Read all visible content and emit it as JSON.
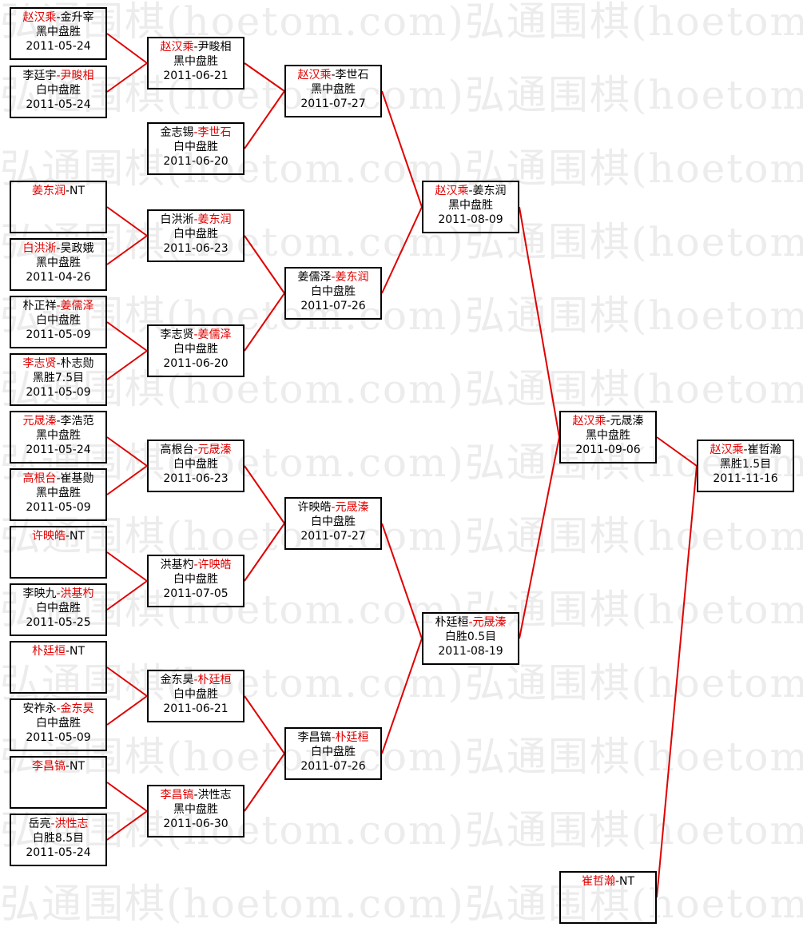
{
  "watermark": {
    "text": "弘通围棋(hoetom.com)"
  },
  "matches": [
    {
      "id": "r1_1",
      "a": "赵汉乘",
      "b": "金升宰",
      "winner": "a",
      "result": "黑中盘胜",
      "date": "2011-05-24"
    },
    {
      "id": "r1_2",
      "a": "李廷宇",
      "b": "尹畯相",
      "winner": "b",
      "result": "白中盘胜",
      "date": "2011-05-24"
    },
    {
      "id": "r1_3",
      "a": "姜东润",
      "b": "NT",
      "winner": "a",
      "result": "",
      "date": ""
    },
    {
      "id": "r1_4",
      "a": "白洪淅",
      "b": "吴政娥",
      "winner": "a",
      "result": "黑中盘胜",
      "date": "2011-04-26"
    },
    {
      "id": "r1_5",
      "a": "朴正祥",
      "b": "姜儒泽",
      "winner": "b",
      "result": "白中盘胜",
      "date": "2011-05-09"
    },
    {
      "id": "r1_6",
      "a": "李志贤",
      "b": "朴志勋",
      "winner": "a",
      "result": "黑胜7.5目",
      "date": "2011-05-09"
    },
    {
      "id": "r1_7",
      "a": "元晟溱",
      "b": "李浩范",
      "winner": "a",
      "result": "黑中盘胜",
      "date": "2011-05-24"
    },
    {
      "id": "r1_8",
      "a": "高根台",
      "b": "崔基勋",
      "winner": "a",
      "result": "黑中盘胜",
      "date": "2011-05-09"
    },
    {
      "id": "r1_9",
      "a": "许映皓",
      "b": "NT",
      "winner": "a",
      "result": "",
      "date": ""
    },
    {
      "id": "r1_10",
      "a": "李映九",
      "b": "洪基杓",
      "winner": "b",
      "result": "白中盘胜",
      "date": "2011-05-25"
    },
    {
      "id": "r1_11",
      "a": "朴廷桓",
      "b": "NT",
      "winner": "a",
      "result": "",
      "date": ""
    },
    {
      "id": "r1_12",
      "a": "安祚永",
      "b": "金东昊",
      "winner": "b",
      "result": "白中盘胜",
      "date": "2011-05-09"
    },
    {
      "id": "r1_13",
      "a": "李昌镐",
      "b": "NT",
      "winner": "a",
      "result": "",
      "date": ""
    },
    {
      "id": "r1_14",
      "a": "岳亮",
      "b": "洪性志",
      "winner": "b",
      "result": "白胜8.5目",
      "date": "2011-05-24"
    },
    {
      "id": "r2_1",
      "a": "赵汉乘",
      "b": "尹畯相",
      "winner": "a",
      "result": "黑中盘胜",
      "date": "2011-06-21"
    },
    {
      "id": "r2_2",
      "a": "金志锡",
      "b": "李世石",
      "winner": "b",
      "result": "白中盘胜",
      "date": "2011-06-20"
    },
    {
      "id": "r2_3",
      "a": "白洪淅",
      "b": "姜东润",
      "winner": "b",
      "result": "白中盘胜",
      "date": "2011-06-23"
    },
    {
      "id": "r2_4",
      "a": "李志贤",
      "b": "姜儒泽",
      "winner": "b",
      "result": "白中盘胜",
      "date": "2011-06-20"
    },
    {
      "id": "r2_5",
      "a": "高根台",
      "b": "元晟溱",
      "winner": "b",
      "result": "白中盘胜",
      "date": "2011-06-23"
    },
    {
      "id": "r2_6",
      "a": "洪基杓",
      "b": "许映皓",
      "winner": "b",
      "result": "白中盘胜",
      "date": "2011-07-05"
    },
    {
      "id": "r2_7",
      "a": "金东昊",
      "b": "朴廷桓",
      "winner": "b",
      "result": "白中盘胜",
      "date": "2011-06-21"
    },
    {
      "id": "r2_8",
      "a": "李昌镐",
      "b": "洪性志",
      "winner": "a",
      "result": "黑中盘胜",
      "date": "2011-06-30"
    },
    {
      "id": "r3_1",
      "a": "赵汉乘",
      "b": "李世石",
      "winner": "a",
      "result": "黑中盘胜",
      "date": "2011-07-27"
    },
    {
      "id": "r3_2",
      "a": "姜儒泽",
      "b": "姜东润",
      "winner": "b",
      "result": "白中盘胜",
      "date": "2011-07-26"
    },
    {
      "id": "r3_3",
      "a": "许映皓",
      "b": "元晟溱",
      "winner": "b",
      "result": "白中盘胜",
      "date": "2011-07-27"
    },
    {
      "id": "r3_4",
      "a": "李昌镐",
      "b": "朴廷桓",
      "winner": "b",
      "result": "白中盘胜",
      "date": "2011-07-26"
    },
    {
      "id": "r4_1",
      "a": "赵汉乘",
      "b": "姜东润",
      "winner": "a",
      "result": "黑中盘胜",
      "date": "2011-08-09"
    },
    {
      "id": "r4_2",
      "a": "朴廷桓",
      "b": "元晟溱",
      "winner": "b",
      "result": "白胜0.5目",
      "date": "2011-08-19"
    },
    {
      "id": "r5_1",
      "a": "赵汉乘",
      "b": "元晟溱",
      "winner": "a",
      "result": "黑中盘胜",
      "date": "2011-09-06"
    },
    {
      "id": "r5_2",
      "a": "崔哲瀚",
      "b": "NT",
      "winner": "a",
      "result": "",
      "date": ""
    },
    {
      "id": "final",
      "a": "赵汉乘",
      "b": "崔哲瀚",
      "winner": "a",
      "result": "黑胜1.5目",
      "date": "2011-11-16"
    }
  ],
  "links": [
    [
      "r1_1",
      "r2_1"
    ],
    [
      "r1_2",
      "r2_1"
    ],
    [
      "r1_3",
      "r2_3"
    ],
    [
      "r1_4",
      "r2_3"
    ],
    [
      "r1_5",
      "r2_4"
    ],
    [
      "r1_6",
      "r2_4"
    ],
    [
      "r1_7",
      "r2_5"
    ],
    [
      "r1_8",
      "r2_5"
    ],
    [
      "r1_9",
      "r2_6"
    ],
    [
      "r1_10",
      "r2_6"
    ],
    [
      "r1_11",
      "r2_7"
    ],
    [
      "r1_12",
      "r2_7"
    ],
    [
      "r1_13",
      "r2_8"
    ],
    [
      "r1_14",
      "r2_8"
    ],
    [
      "r2_1",
      "r3_1"
    ],
    [
      "r2_2",
      "r3_1"
    ],
    [
      "r2_3",
      "r3_2"
    ],
    [
      "r2_4",
      "r3_2"
    ],
    [
      "r2_5",
      "r3_3"
    ],
    [
      "r2_6",
      "r3_3"
    ],
    [
      "r2_7",
      "r3_4"
    ],
    [
      "r2_8",
      "r3_4"
    ],
    [
      "r3_1",
      "r4_1"
    ],
    [
      "r3_2",
      "r4_1"
    ],
    [
      "r3_3",
      "r4_2"
    ],
    [
      "r3_4",
      "r4_2"
    ],
    [
      "r4_1",
      "r5_1"
    ],
    [
      "r4_2",
      "r5_1"
    ],
    [
      "r5_1",
      "final"
    ],
    [
      "r5_2",
      "final"
    ]
  ],
  "colors": {
    "winner": "#e00000",
    "line": "#e00000",
    "border": "#000000",
    "watermark": "#ececec"
  }
}
